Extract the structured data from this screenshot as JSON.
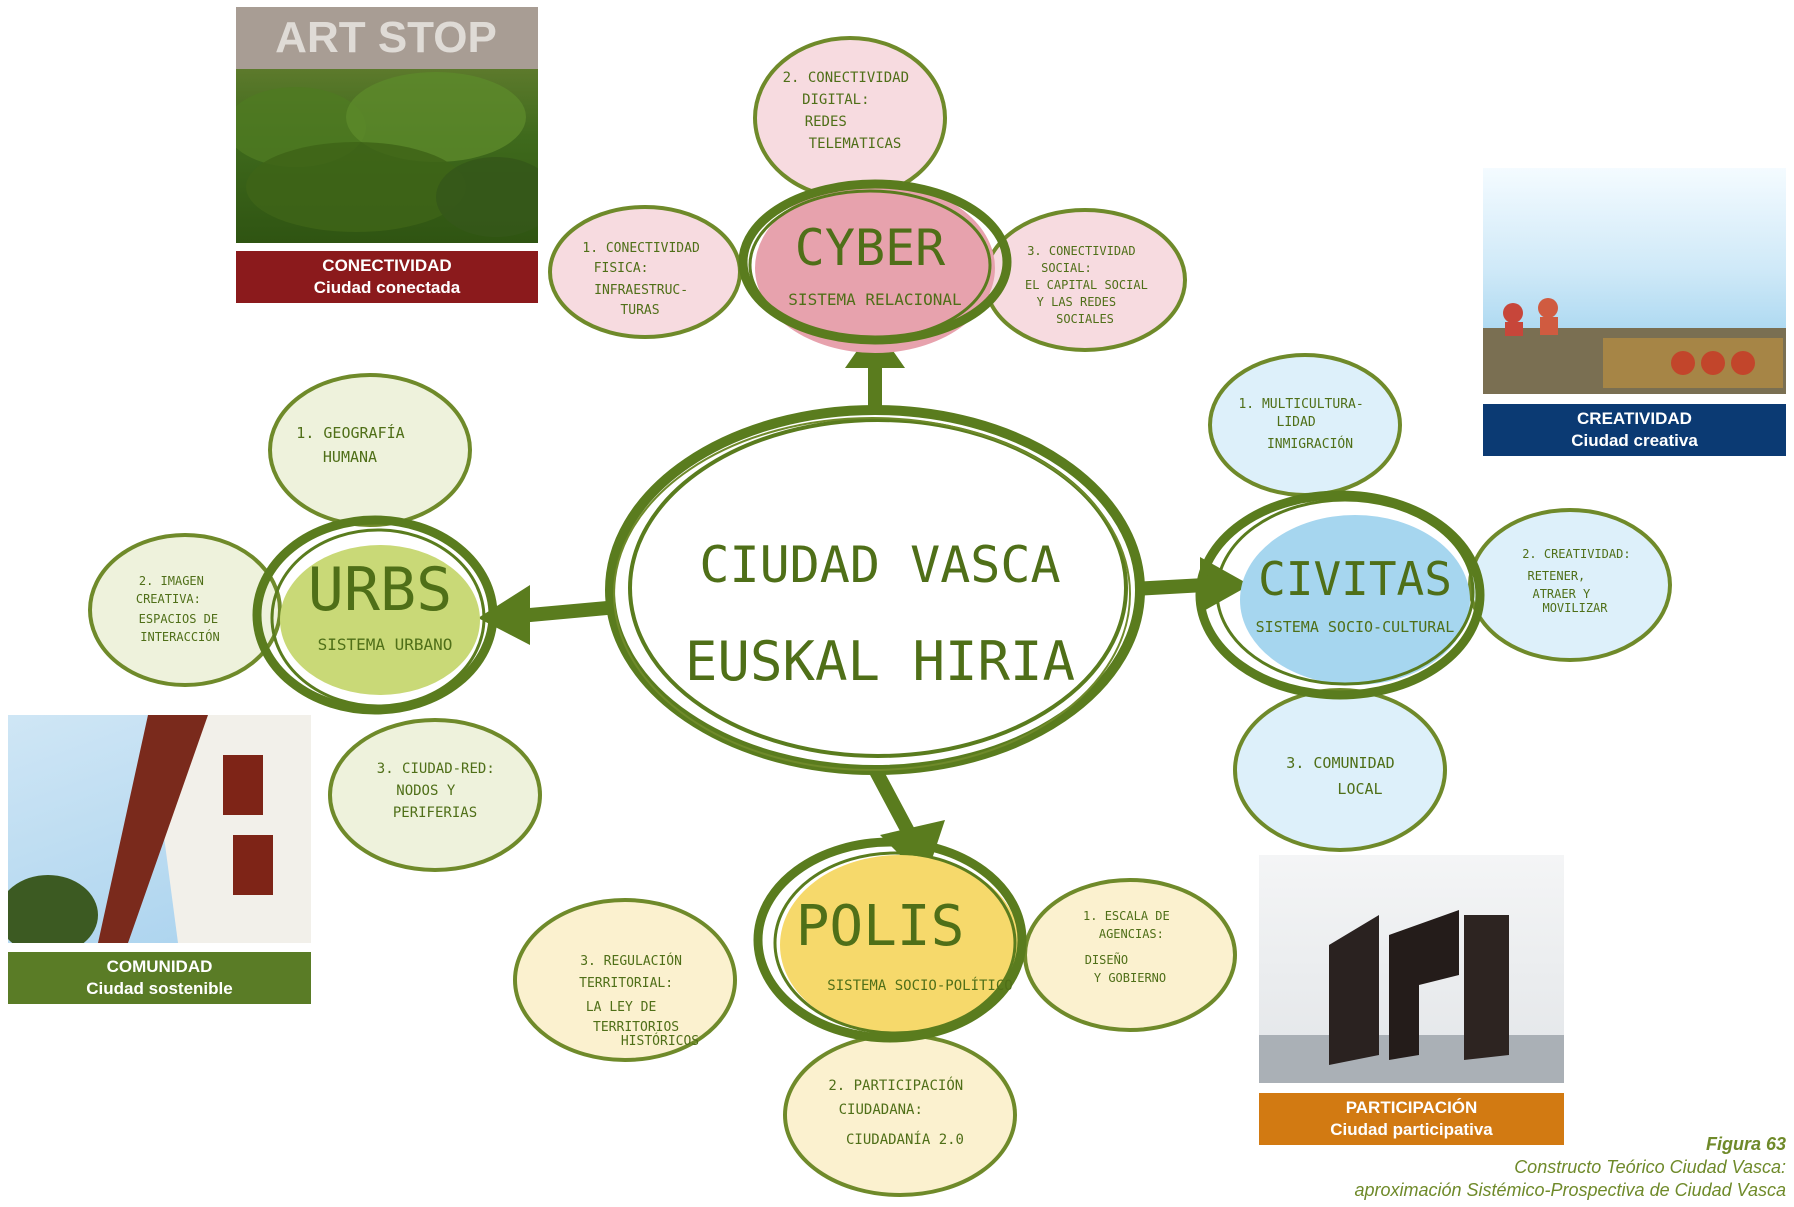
{
  "colors": {
    "green_dark": "#5a7c1e",
    "cyber_fill": "#e7a2ad",
    "civitas_fill": "#a6d6ef",
    "polis_fill": "#f6d96b",
    "urbs_fill": "#c9d977",
    "conectividad": "#8b1a1c",
    "creatividad": "#0b3a73",
    "comunidad": "#5a7c26",
    "participacion": "#d27a12"
  },
  "diagram": {
    "center": {
      "line1": "CIUDAD VASCA",
      "line2": "EUSKAL HIRIA"
    },
    "cyber": {
      "title": "CYBER",
      "subtitle": "SISTEMA RELACIONAL",
      "leaf_top": [
        "2. CONECTIVIDAD",
        "DIGITAL:",
        "REDES",
        "TELEMATICAS"
      ],
      "leaf_left": [
        "1. CONECTIVIDAD",
        "FISICA:",
        "INFRAESTRUC-",
        "TURAS"
      ],
      "leaf_right": [
        "3. CONECTIVIDAD",
        "SOCIAL:",
        "EL CAPITAL SOCIAL",
        "Y LAS REDES",
        "SOCIALES"
      ]
    },
    "urbs": {
      "title": "URBS",
      "subtitle": "SISTEMA URBANO",
      "leaf_top": [
        "1. GEOGRAFÍA",
        "HUMANA"
      ],
      "leaf_left": [
        "2. IMAGEN",
        "CREATIVA:",
        "ESPACIOS DE",
        "INTERACCIÓN"
      ],
      "leaf_bottom": [
        "3. CIUDAD-RED:",
        "NODOS Y",
        "PERIFERIAS"
      ]
    },
    "civitas": {
      "title": "CIVITAS",
      "subtitle": "SISTEMA SOCIO-CULTURAL",
      "leaf_top": [
        "1. MULTICULTURA-",
        "LIDAD",
        "INMIGRACIÓN"
      ],
      "leaf_right": [
        "2. CREATIVIDAD:",
        "RETENER,",
        "ATRAER Y",
        "MOVILIZAR"
      ],
      "leaf_bottom": [
        "3. COMUNIDAD",
        "LOCAL"
      ]
    },
    "polis": {
      "title": "POLIS",
      "subtitle": "SISTEMA SOCIO-POLÍTICO",
      "leaf_left": [
        "3. REGULACIÓN",
        "TERRITORIAL:",
        "LA LEY DE",
        "TERRITORIOS",
        "HISTÓRICOS"
      ],
      "leaf_right": [
        "1. ESCALA DE",
        "AGENCIAS:",
        "DISEÑO",
        "Y GOBIERNO"
      ],
      "leaf_bottom": [
        "2. PARTICIPACIÓN",
        "CIUDADANA:",
        "CIUDADANÍA 2.0"
      ]
    }
  },
  "photos": {
    "conectividad": {
      "sign": "ART STOP",
      "title": "CONECTIVIDAD",
      "subtitle": "Ciudad conectada"
    },
    "creatividad": {
      "title": "CREATIVIDAD",
      "subtitle": "Ciudad creativa"
    },
    "comunidad": {
      "title": "COMUNIDAD",
      "subtitle": "Ciudad sostenible"
    },
    "participacion": {
      "title": "PARTICIPACIÓN",
      "subtitle": "Ciudad participativa"
    }
  },
  "figure": {
    "number": "Figura 63",
    "line1": "Constructo Teórico Ciudad Vasca:",
    "line2": "aproximación Sistémico-Prospectiva de Ciudad Vasca"
  }
}
